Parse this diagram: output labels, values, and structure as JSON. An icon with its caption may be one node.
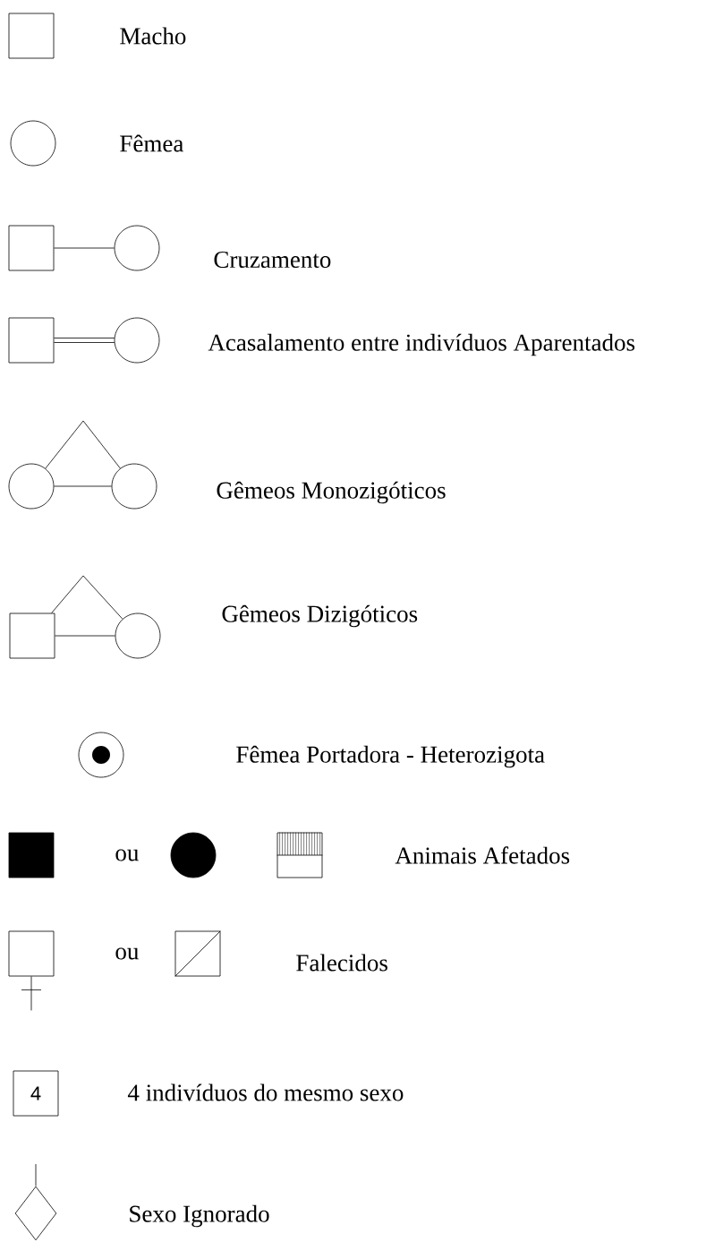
{
  "diagram": {
    "nodes": [
      {
        "text": [],
        "shape": "box"
      },
      {
        "text": [],
        "shape": "circle"
      },
      {
        "text": [],
        "shape": "box"
      },
      {
        "text": [],
        "shape": "circle"
      },
      {
        "text": [],
        "shape": "box"
      },
      {
        "text": [],
        "shape": "circle"
      },
      {
        "text": [],
        "shape": "circle"
      },
      {
        "text": [],
        "shape": "circle"
      },
      {
        "text": [],
        "shape": "box"
      },
      {
        "text": [],
        "shape": "circle"
      },
      {
        "text": [],
        "shape": "circle"
      },
      {
        "text": [],
        "shape": "box"
      },
      {
        "text": [],
        "shape": "circle"
      },
      {
        "text": [],
        "shape": "box"
      },
      {
        "text": [],
        "shape": "box"
      },
      {
        "text": [],
        "shape": "box"
      },
      {
        "text": [
          "4"
        ]
      },
      {
        "text": [],
        "shape": "diamond"
      }
    ],
    "edges": [
      {
        "from": 2,
        "to": 3,
        "arrow": "none"
      },
      {
        "from": 4,
        "to": 5,
        "arrow": "none"
      },
      {
        "from": null,
        "to": 6,
        "arrow": "none"
      },
      {
        "from": null,
        "to": 7,
        "arrow": "none"
      },
      {
        "from": 6,
        "to": 7,
        "arrow": "none"
      },
      {
        "from": null,
        "to": 8,
        "arrow": "none"
      },
      {
        "from": null,
        "to": 9,
        "arrow": "none"
      },
      {
        "from": 8,
        "to": 9,
        "arrow": "none"
      },
      {
        "from": null,
        "to": 17,
        "arrow": "none"
      }
    ],
    "labels": [
      "Macho",
      "Fêmea",
      "Cruzamento",
      "Acasalamento entre indivíduos Aparentados",
      "Gêmeos Monozigóticos",
      "Gêmeos Dizigóticos",
      "Fêmea Portadora - Heterozigota",
      "ou",
      "Animais Afetados",
      "ou",
      "Falecidos",
      "4 indivíduos do mesmo sexo",
      "Sexo Ignorado"
    ]
  }
}
